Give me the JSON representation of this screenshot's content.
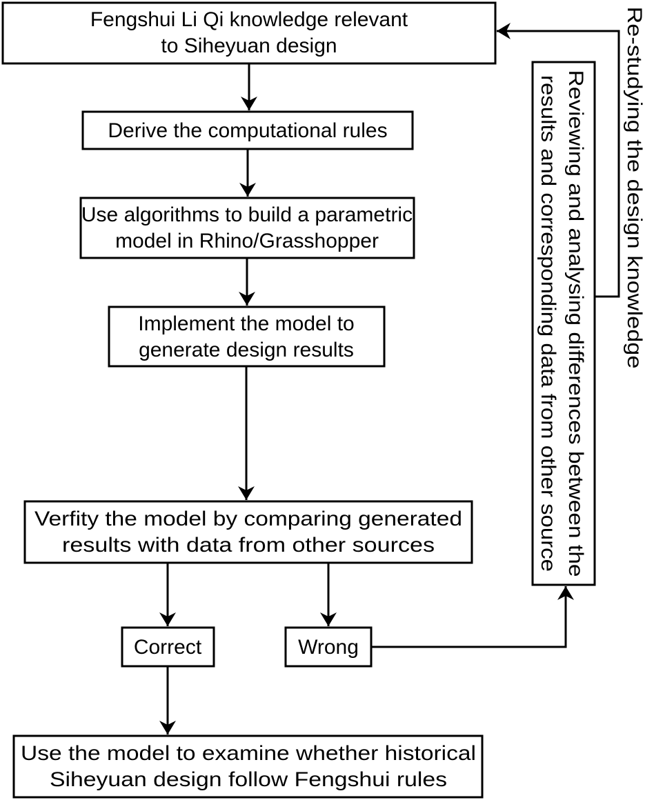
{
  "nodes": {
    "knowledge": [
      "Fengshui Li Qi knowledge relevant",
      "to Siheyuan design"
    ],
    "derive": [
      "Derive the computational rules"
    ],
    "build": [
      "Use algorithms to build a parametric",
      "model in Rhino/Grasshopper"
    ],
    "implement": [
      "Implement the model to",
      "generate design results"
    ],
    "verify": [
      "Verfity the model by comparing generated",
      "results with data from other sources"
    ],
    "correct": [
      "Correct"
    ],
    "wrong": [
      "Wrong"
    ],
    "examine": [
      "Use the model to examine whether historical",
      "Siheyuan design follow Fengshui rules"
    ],
    "review": [
      "Reviewing and analysing differences between the",
      "results and corresponding data from other source"
    ]
  },
  "labels": {
    "restudy": "Re-studying the design knowledge"
  }
}
